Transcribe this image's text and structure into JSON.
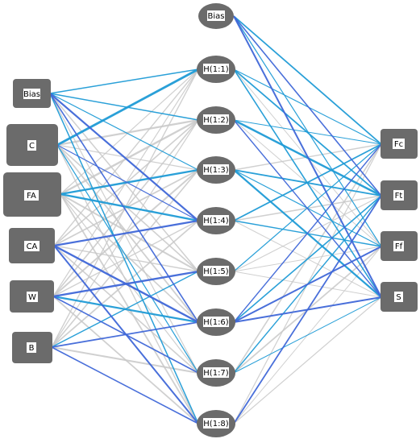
{
  "colors": {
    "node_fill": "#6b6b6b",
    "label_text": "#ffffff",
    "positive_weight": "#1f9bd6",
    "strong_positive_weight": "#3f67d8",
    "negative_weight": "#c8c8c8"
  },
  "input_layer": {
    "nodes": [
      {
        "id": "in_bias",
        "label": "Bias"
      },
      {
        "id": "in_c",
        "label": "C"
      },
      {
        "id": "in_fa",
        "label": "FA"
      },
      {
        "id": "in_ca",
        "label": "CA"
      },
      {
        "id": "in_w",
        "label": "W"
      },
      {
        "id": "in_b",
        "label": "B"
      }
    ]
  },
  "hidden_layer": {
    "nodes": [
      {
        "id": "h_bias",
        "label": "Bias"
      },
      {
        "id": "h1",
        "label": "H(1:1)"
      },
      {
        "id": "h2",
        "label": "H(1:2)"
      },
      {
        "id": "h3",
        "label": "H(1:3)"
      },
      {
        "id": "h4",
        "label": "H(1:4)"
      },
      {
        "id": "h5",
        "label": "H(1:5)"
      },
      {
        "id": "h6",
        "label": "H(1:6)"
      },
      {
        "id": "h7",
        "label": "H(1:7)"
      },
      {
        "id": "h8",
        "label": "H(1:8)"
      }
    ]
  },
  "output_layer": {
    "nodes": [
      {
        "id": "out_fc",
        "label": "Fc"
      },
      {
        "id": "out_ft",
        "label": "Ft"
      },
      {
        "id": "out_ff",
        "label": "Ff"
      },
      {
        "id": "out_s",
        "label": "S"
      }
    ]
  }
}
